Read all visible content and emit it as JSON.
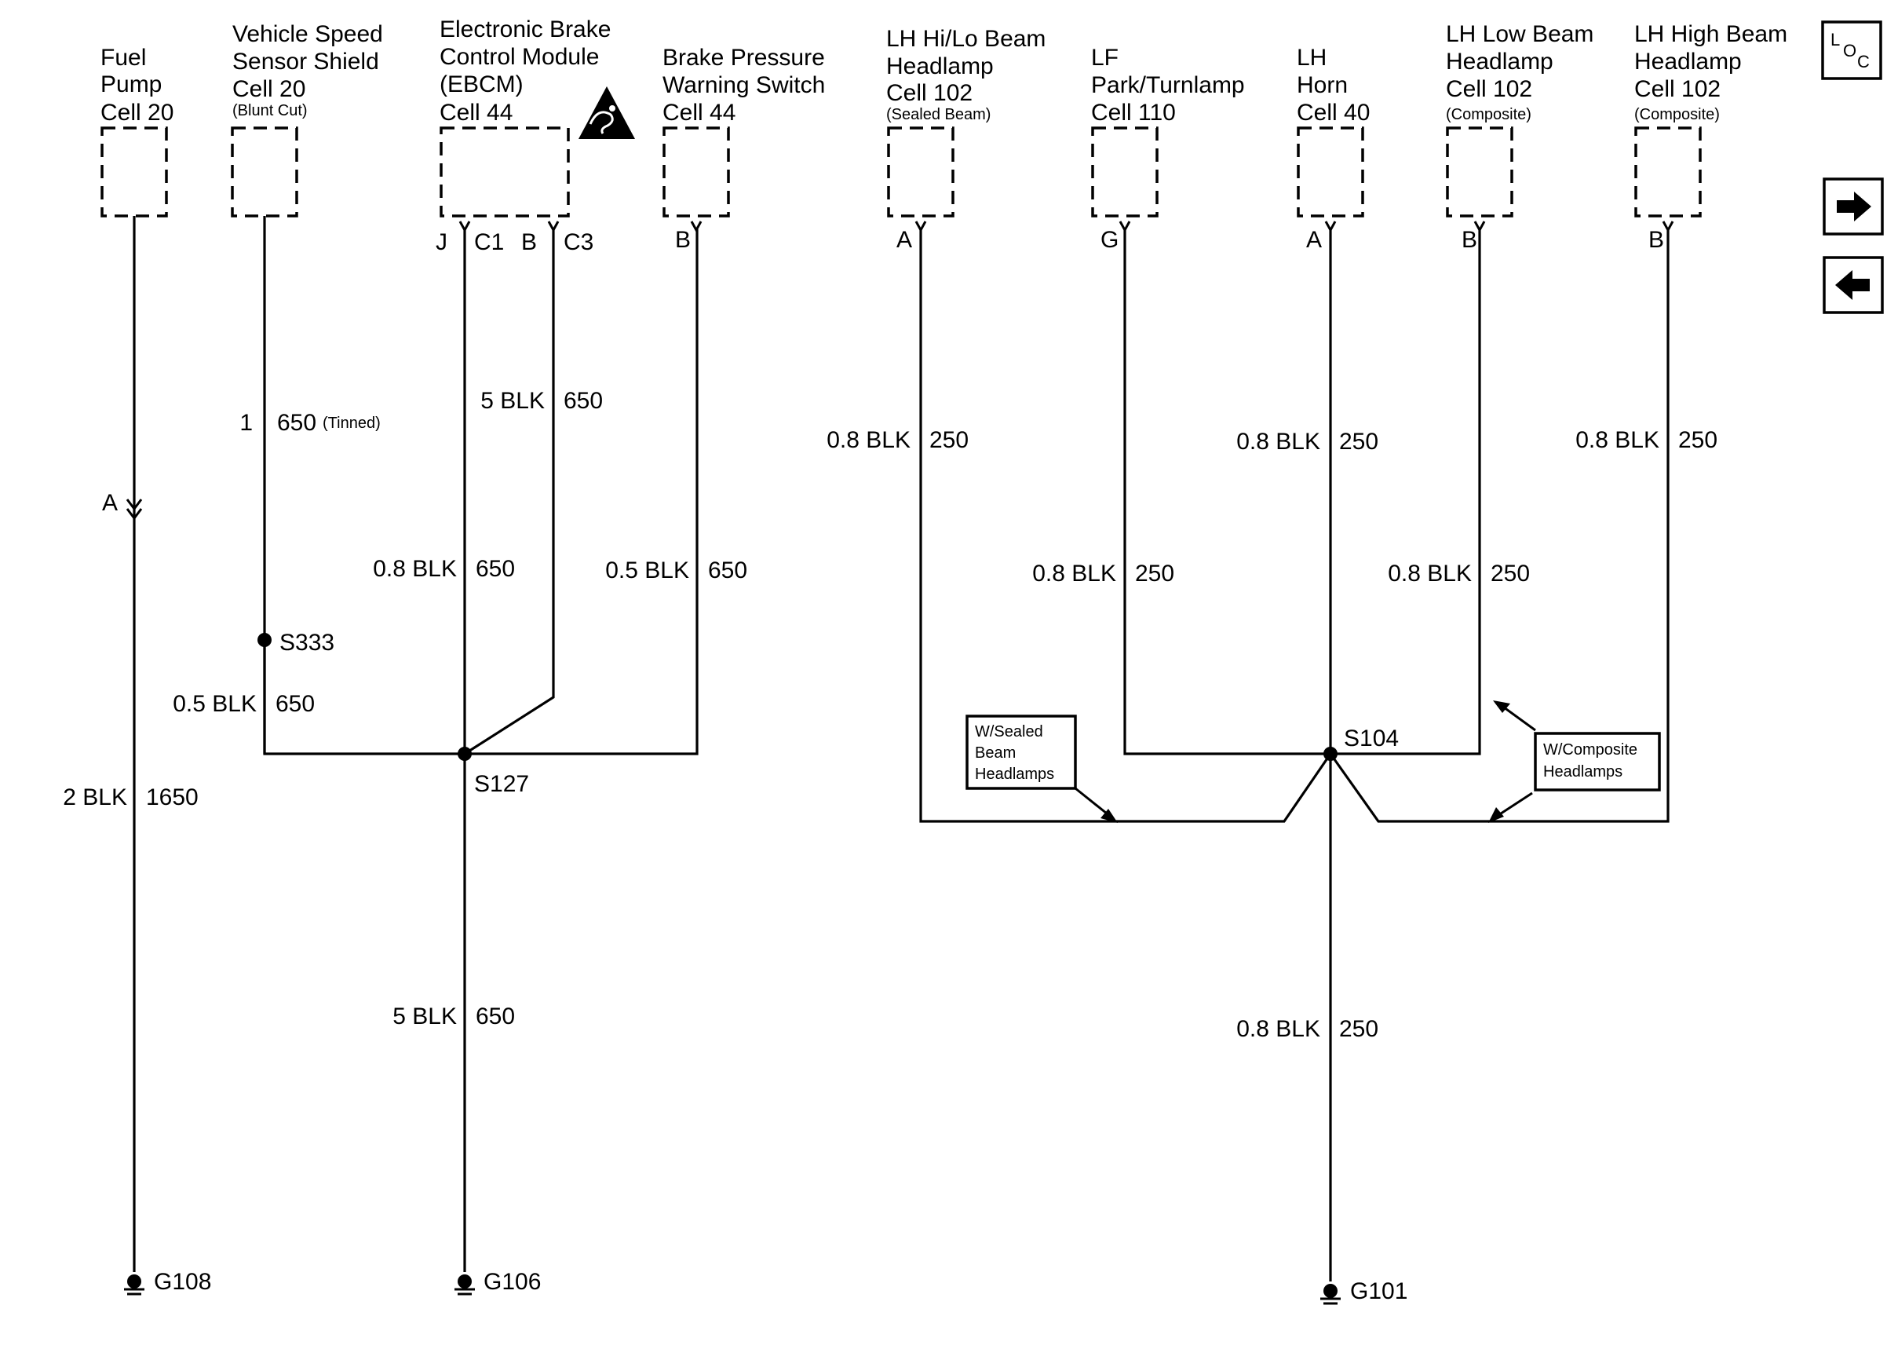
{
  "components": [
    {
      "id": "fuel-pump",
      "title": [
        "Fuel",
        "Pump"
      ],
      "cell": "Cell 20",
      "note": ""
    },
    {
      "id": "vss-shield",
      "title": [
        "Vehicle Speed",
        "Sensor Shield"
      ],
      "cell": "Cell 20",
      "note": "(Blunt Cut)"
    },
    {
      "id": "ebcm",
      "title": [
        "Electronic Brake",
        "Control Module",
        "(EBCM)"
      ],
      "cell": "Cell 44",
      "note": ""
    },
    {
      "id": "brake-pressure-switch",
      "title": [
        "Brake Pressure",
        "Warning Switch"
      ],
      "cell": "Cell 44",
      "note": ""
    },
    {
      "id": "lh-hilo-headlamp",
      "title": [
        "LH Hi/Lo Beam",
        "Headlamp"
      ],
      "cell": "Cell 102",
      "note": "(Sealed Beam)"
    },
    {
      "id": "lf-park-turnlamp",
      "title": [
        "LF",
        "Park/Turnlamp"
      ],
      "cell": "Cell 110",
      "note": ""
    },
    {
      "id": "lh-horn",
      "title": [
        "LH",
        "Horn"
      ],
      "cell": "Cell 40",
      "note": ""
    },
    {
      "id": "lh-low-headlamp",
      "title": [
        "LH Low Beam",
        "Headlamp"
      ],
      "cell": "Cell 102",
      "note": "(Composite)"
    },
    {
      "id": "lh-high-headlamp",
      "title": [
        "LH High Beam",
        "Headlamp"
      ],
      "cell": "Cell 102",
      "note": "(Composite)"
    }
  ],
  "pins": [
    "J",
    "C1",
    "B",
    "C3",
    "B",
    "A",
    "G",
    "A",
    "B",
    "B"
  ],
  "inline_connector": {
    "label": "A"
  },
  "wire_labels": [
    {
      "gauge": "1",
      "circuit": "650",
      "extra": "(Tinned)"
    },
    {
      "gauge": "5 BLK",
      "circuit": "650",
      "extra": ""
    },
    {
      "gauge": "0.8 BLK",
      "circuit": "250",
      "extra": ""
    },
    {
      "gauge": "0.8 BLK",
      "circuit": "250",
      "extra": ""
    },
    {
      "gauge": "0.8 BLK",
      "circuit": "250",
      "extra": ""
    },
    {
      "gauge": "0.8 BLK",
      "circuit": "650",
      "extra": ""
    },
    {
      "gauge": "0.5 BLK",
      "circuit": "650",
      "extra": ""
    },
    {
      "gauge": "0.8 BLK",
      "circuit": "250",
      "extra": ""
    },
    {
      "gauge": "0.8 BLK",
      "circuit": "250",
      "extra": ""
    },
    {
      "gauge": "0.5 BLK",
      "circuit": "650",
      "extra": ""
    },
    {
      "gauge": "2 BLK",
      "circuit": "1650",
      "extra": ""
    },
    {
      "gauge": "5 BLK",
      "circuit": "650",
      "extra": ""
    },
    {
      "gauge": "0.8 BLK",
      "circuit": "250",
      "extra": ""
    }
  ],
  "splices": [
    "S333",
    "S127",
    "S104"
  ],
  "grounds": [
    "G108",
    "G106",
    "G101"
  ],
  "notes": {
    "sealed": [
      "W/Sealed",
      "Beam",
      "Headlamps"
    ],
    "composite": [
      "W/Composite",
      "Headlamps"
    ]
  },
  "nav": {
    "loc_label": {
      "L": "L",
      "O": "O",
      "C": "C"
    },
    "forward_icon": "right-arrow-icon",
    "back_icon": "left-arrow-icon"
  }
}
